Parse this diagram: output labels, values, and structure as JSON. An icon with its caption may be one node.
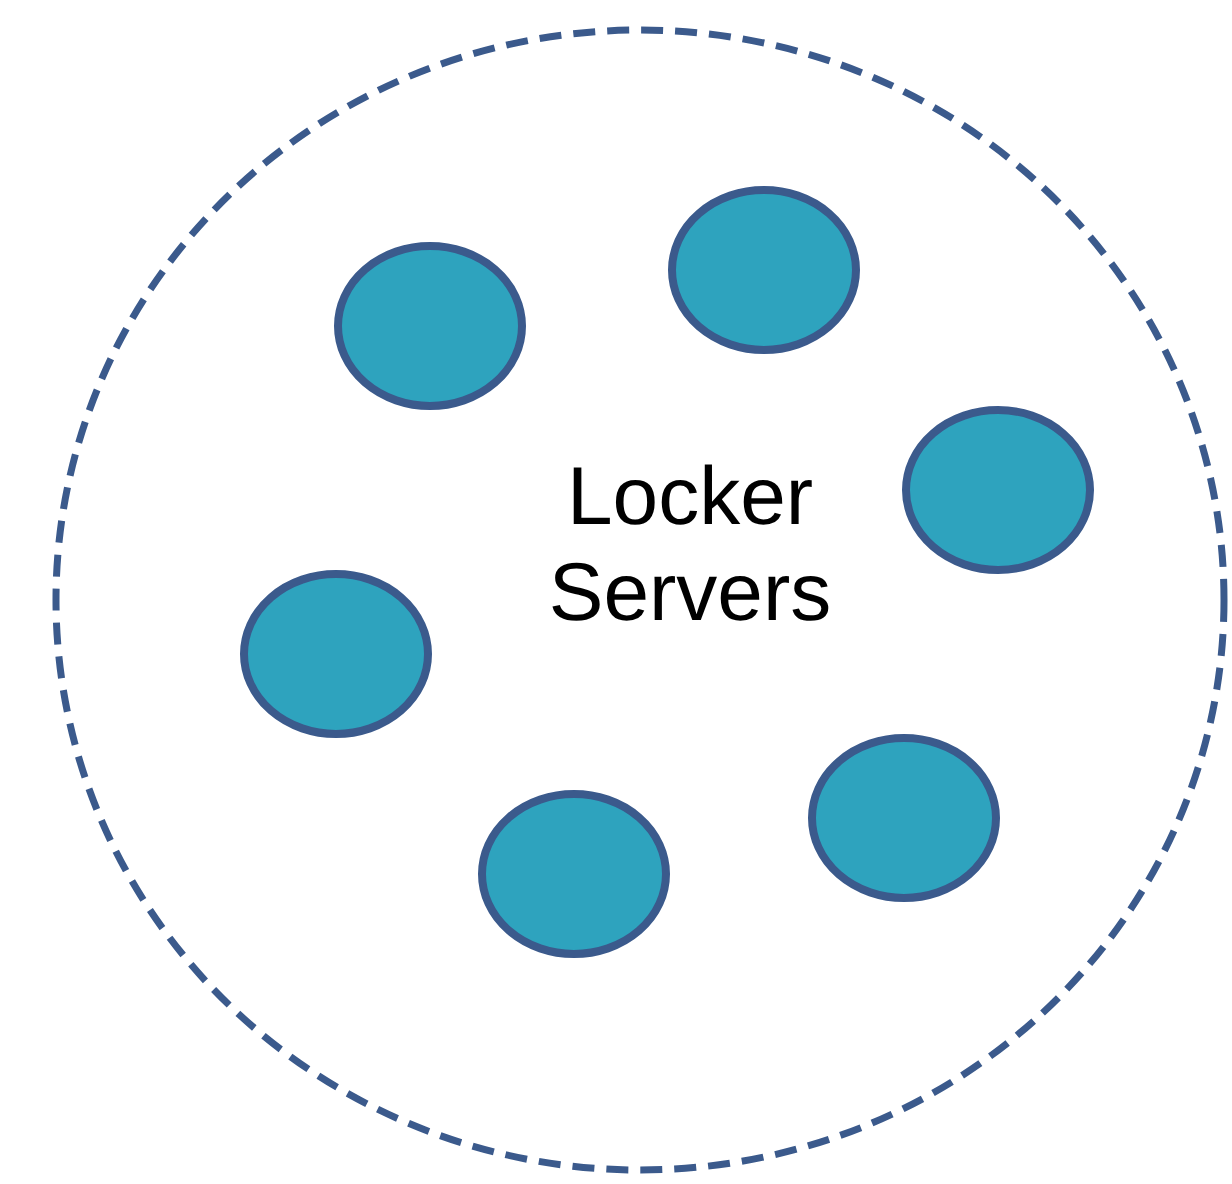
{
  "diagram": {
    "nodes": [
      {
        "text": [
          "Locker Servers"
        ]
      },
      {
        "text": [],
        "shape": "circle",
        "in": 0
      },
      {
        "text": [],
        "shape": "circle",
        "in": 0
      },
      {
        "text": [],
        "shape": "circle",
        "in": 0
      },
      {
        "text": [],
        "shape": "circle",
        "in": 0
      },
      {
        "text": [],
        "shape": "circle",
        "in": 0
      },
      {
        "text": [],
        "shape": "circle",
        "in": 0
      }
    ]
  }
}
